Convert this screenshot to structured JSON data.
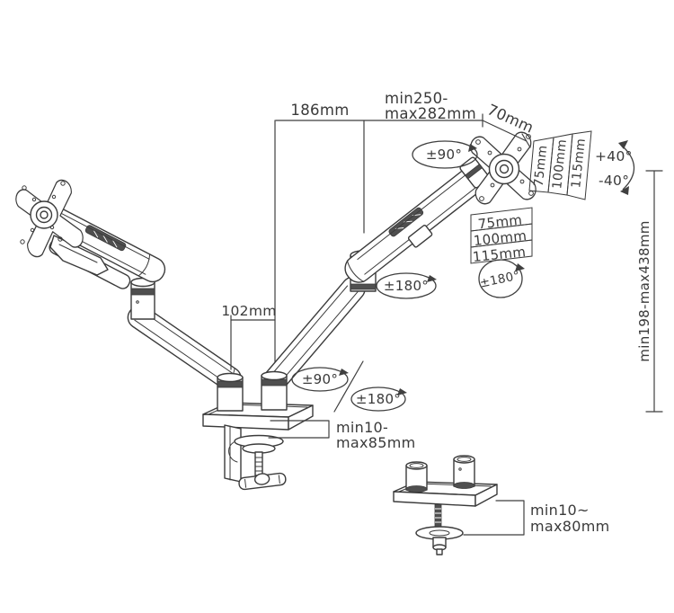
{
  "diagram": {
    "background": "#ffffff",
    "line_color": "#3b3b3b",
    "labels": {
      "arm_reach_left": "186mm",
      "arm_reach_right_1": "min250-",
      "arm_reach_right_2": "max282mm",
      "head_offset": "70mm",
      "post_spacing": "102mm",
      "height_range": "min198-max438mm",
      "clamp_range_1": "min10-",
      "clamp_range_2": "max85mm",
      "grommet_range_1": "min10~",
      "grommet_range_2": "max80mm",
      "tilt_up": "+40°",
      "tilt_down": "-40°",
      "swivel_head": "±90°",
      "rotate_head": "±180°",
      "rotate_elbow": "±180°",
      "swivel_arm": "±90°",
      "rotate_base": "±180°",
      "vesa_side": [
        "75mm",
        "100mm",
        "115mm"
      ],
      "vesa_bottom": [
        "75mm",
        "100mm",
        "115mm"
      ]
    }
  }
}
